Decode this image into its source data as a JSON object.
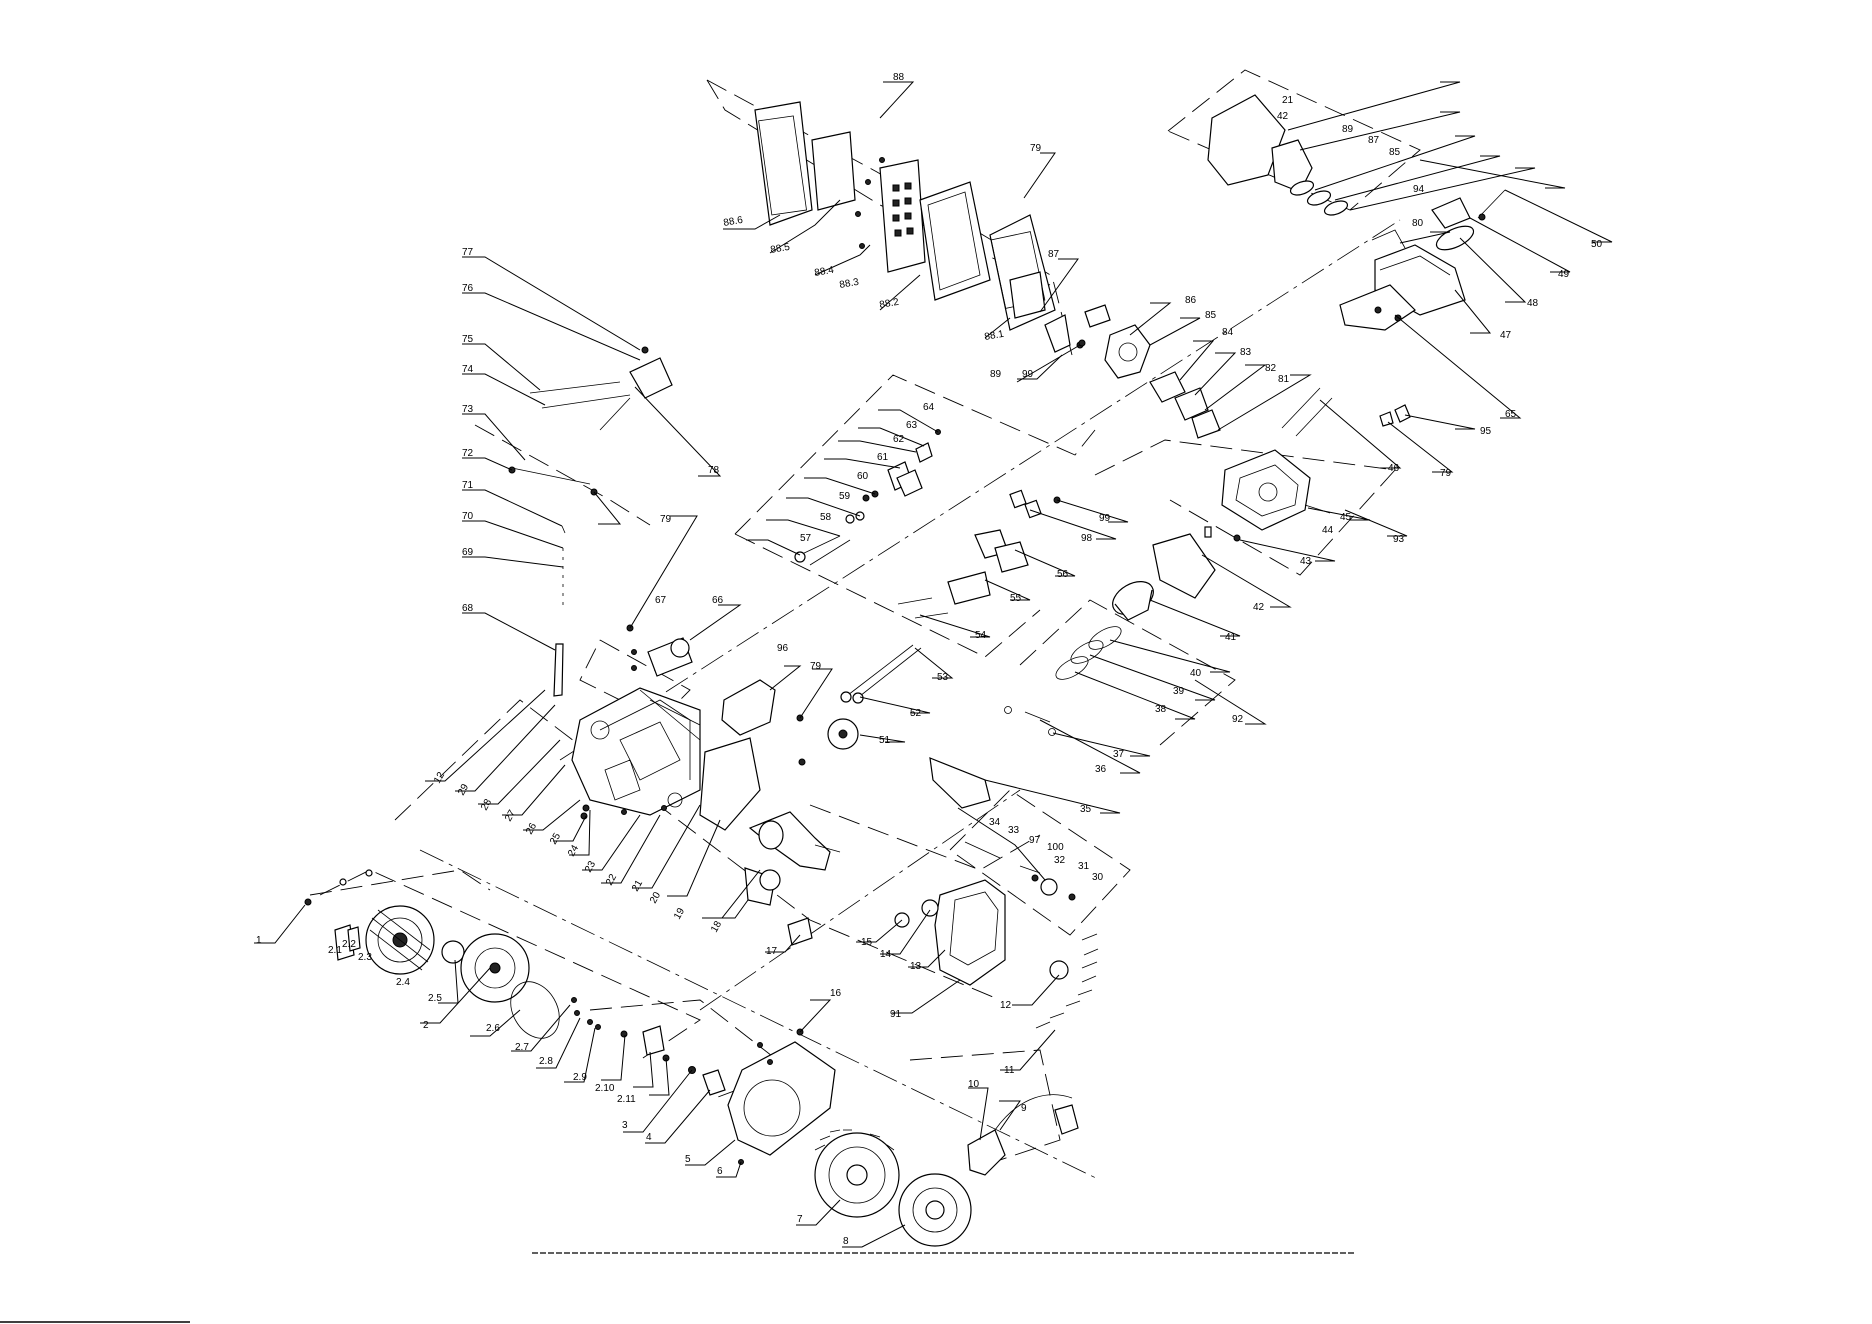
{
  "diagram": {
    "callouts": {
      "c1": "1",
      "c2": "2",
      "c2_1": "2.1",
      "c2_2": "2.2",
      "c2_3": "2.3",
      "c2_4": "2.4",
      "c2_5": "2.5",
      "c2_6": "2.6",
      "c2_7": "2.7",
      "c2_8": "2.8",
      "c2_9": "2.9",
      "c2_10": "2.10",
      "c2_11": "2.11",
      "c3": "3",
      "c4": "4",
      "c5": "5",
      "c6": "6",
      "c7": "7",
      "c8": "8",
      "c9": "9",
      "c10": "10",
      "c11": "11",
      "c12a": "12",
      "c12b": "12",
      "c13": "13",
      "c14": "14",
      "c15": "15",
      "c16": "16",
      "c17": "17",
      "c18": "18",
      "c19": "19",
      "c20": "20",
      "c21a": "21",
      "c21b": "21",
      "c22": "22",
      "c23": "23",
      "c24": "24",
      "c25": "25",
      "c26": "26",
      "c27": "27",
      "c28": "28",
      "c29": "29",
      "c30": "30",
      "c31": "31",
      "c32": "32",
      "c33": "33",
      "c34": "34",
      "c35": "35",
      "c36": "36",
      "c37": "37",
      "c38": "38",
      "c39": "39",
      "c40": "40",
      "c41": "41",
      "c42a": "42",
      "c42b": "42",
      "c43": "43",
      "c44": "44",
      "c45": "45",
      "c46": "46",
      "c47": "47",
      "c48": "48",
      "c49": "49",
      "c50": "50",
      "c51": "51",
      "c52": "52",
      "c53": "53",
      "c54": "54",
      "c55": "55",
      "c56": "56",
      "c57": "57",
      "c58": "58",
      "c59": "59",
      "c60": "60",
      "c61": "61",
      "c62": "62",
      "c63": "63",
      "c64": "64",
      "c65": "65",
      "c66": "66",
      "c67": "67",
      "c68": "68",
      "c69": "69",
      "c70": "70",
      "c71": "71",
      "c72": "72",
      "c73": "73",
      "c74": "74",
      "c75": "75",
      "c76": "76",
      "c77": "77",
      "c78": "78",
      "c79a": "79",
      "c79b": "79",
      "c79c": "79",
      "c79d": "79",
      "c80": "80",
      "c81": "81",
      "c82": "82",
      "c83": "83",
      "c84": "84",
      "c85a": "85",
      "c85b": "85",
      "c86": "86",
      "c87a": "87",
      "c87b": "87",
      "c88": "88",
      "c89a": "89",
      "c89b": "89",
      "c91": "91",
      "c92": "92",
      "c93": "93",
      "c94": "94",
      "c95": "95",
      "c96": "96",
      "c97": "97",
      "c98": "98",
      "c99a": "99",
      "c99b": "99",
      "c100": "100",
      "c88_1": "88.1",
      "c88_2": "88.2",
      "c88_3": "88.3",
      "c88_4": "88.4",
      "c88_5": "88.5",
      "c88_6": "88.6"
    }
  }
}
